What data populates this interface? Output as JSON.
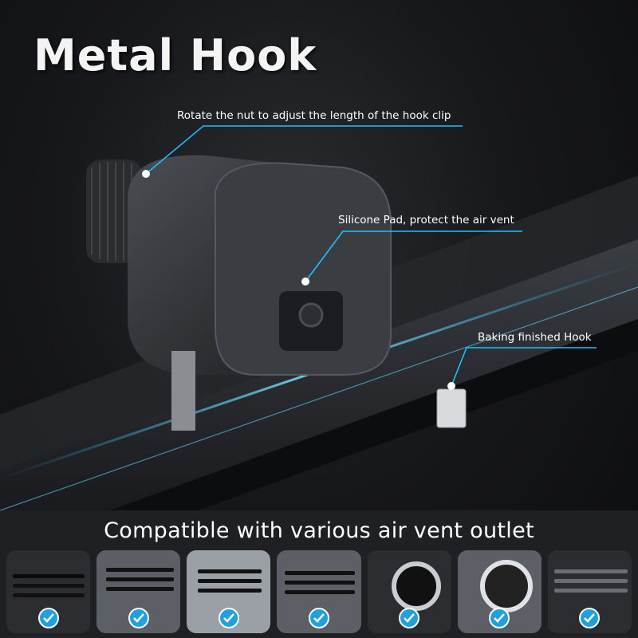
{
  "title": "Metal Hook",
  "callouts": {
    "nut": "Rotate the nut to adjust the length of the hook clip",
    "pad": "Silicone Pad, protect the air vent",
    "hook": "Baking finished Hook"
  },
  "strip": {
    "title": "Compatible with various air vent outlet",
    "thumbnails": [
      {
        "style": "dark-slats",
        "icon": "checkmark-icon"
      },
      {
        "style": "dark-slats",
        "icon": "checkmark-icon"
      },
      {
        "style": "light-slats",
        "icon": "checkmark-icon"
      },
      {
        "style": "mid-slats",
        "icon": "checkmark-icon"
      },
      {
        "style": "round-vent",
        "icon": "checkmark-icon"
      },
      {
        "style": "round-vent-light",
        "icon": "checkmark-icon"
      },
      {
        "style": "dark-slats",
        "icon": "checkmark-icon"
      }
    ]
  },
  "colors": {
    "accent": "#20a0e0",
    "leader_line": "#1ec0ff"
  }
}
